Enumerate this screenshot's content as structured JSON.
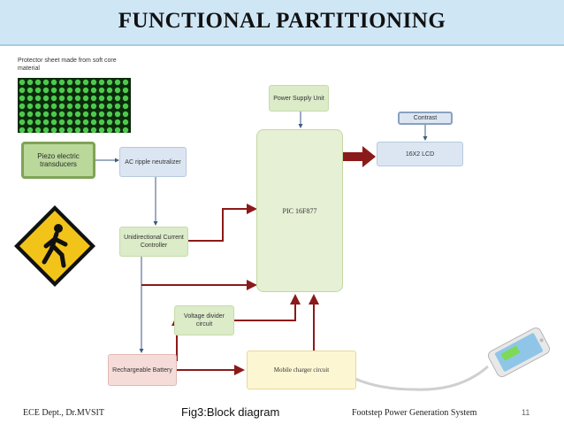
{
  "slide": {
    "title": "FUNCTIONAL PARTITIONING",
    "image_caption": "Protector sheet made from soft core material"
  },
  "diagram": {
    "piezo": "Piezo electric transducers",
    "ac_ripple": "AC ripple neutralizer",
    "unidirectional": "Unidirectional Current Controller",
    "voltage_divider": "Voltage divider circuit",
    "rechargeable": "Rechargeable Battery",
    "mobile_charger": "Mobile charger circuit",
    "power_supply": "Power Supply Unit",
    "pic": "PIC 16F877",
    "contrast": "Contrast",
    "lcd": "16X2 LCD"
  },
  "footer": {
    "left": "ECE Dept., Dr.MVSIT",
    "center": "Fig3:Block diagram",
    "right": "Footstep Power Generation System",
    "page": "11"
  },
  "colors": {
    "title_bg": "#cfe6f5",
    "arrow": "#8b1a1a",
    "thin_arrow": "#3d5a80"
  },
  "icons": {
    "pedestrian_sign": "pedestrian-crossing-sign-icon",
    "phone": "smartphone-icon"
  }
}
